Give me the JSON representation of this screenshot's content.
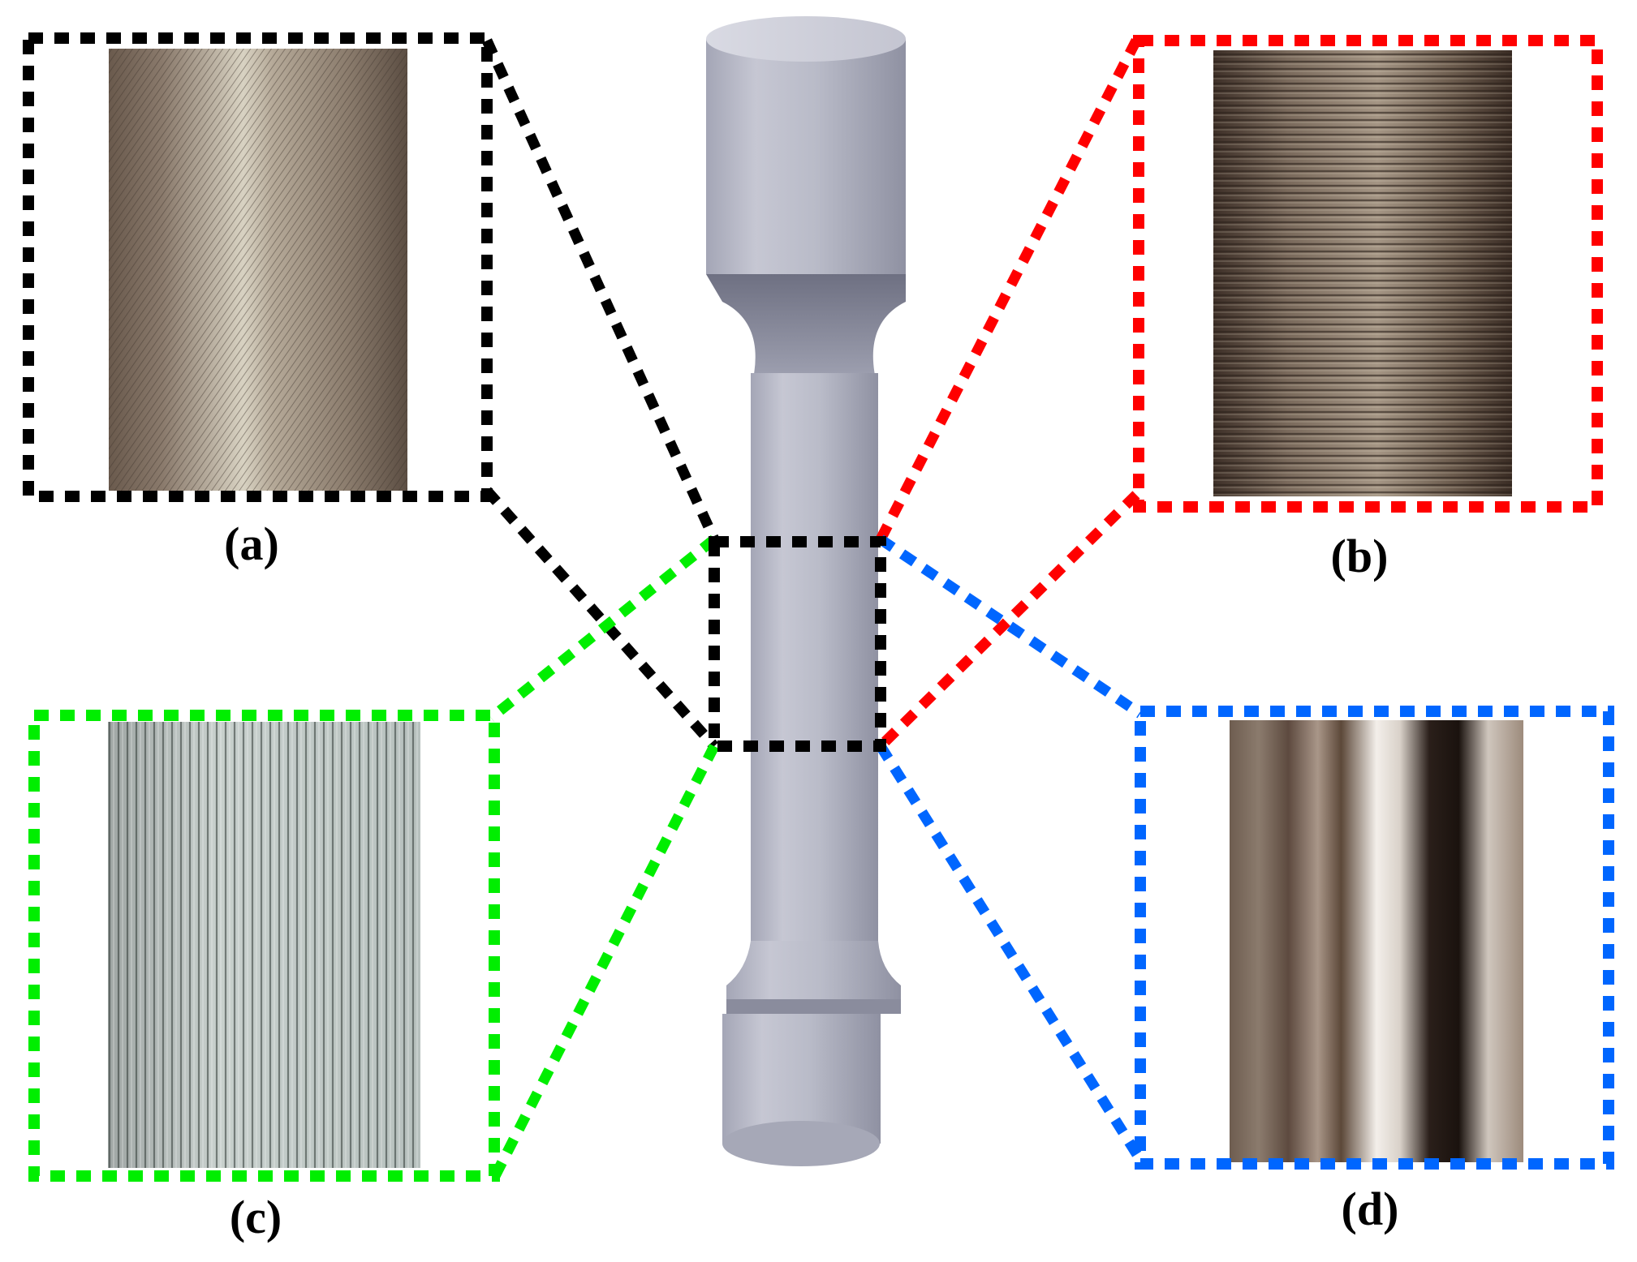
{
  "figure": {
    "panels": [
      {
        "id": "a",
        "label": "(a)",
        "frame_color": "#000000",
        "surface": "helical-fine-lines"
      },
      {
        "id": "b",
        "label": "(b)",
        "frame_color": "#ff0000",
        "surface": "horizontal-lines"
      },
      {
        "id": "c",
        "label": "(c)",
        "frame_color": "#00ee00",
        "surface": "vertical-lines"
      },
      {
        "id": "d",
        "label": "(d)",
        "frame_color": "#0066ff",
        "surface": "polished"
      }
    ],
    "specimen": {
      "color": "#b4b6c4",
      "shading": "#7d7f90"
    },
    "center_frame_color": "#000000"
  }
}
